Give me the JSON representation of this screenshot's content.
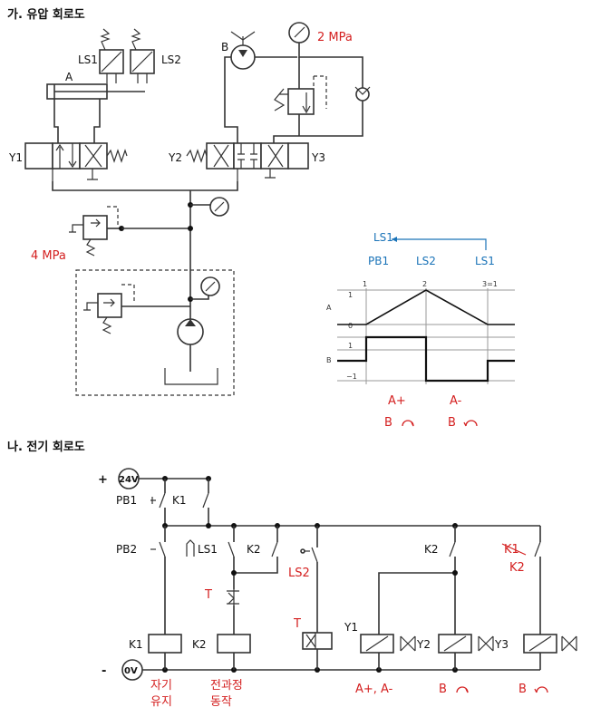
{
  "headings": {
    "hydraulic": "가. 유압 회로도",
    "electric": "나. 전기 회로도"
  },
  "hydraulic": {
    "cylinder": "A",
    "motor": "B",
    "ls1": "LS1",
    "ls2": "LS2",
    "y1": "Y1",
    "y2": "Y2",
    "y3": "Y3",
    "pressure_top": "2 MPa",
    "pressure_relief": "4 MPa"
  },
  "sequence": {
    "top_left": "LS1",
    "labels": [
      "PB1",
      "LS2",
      "LS1"
    ],
    "step_labels": [
      "1",
      "2",
      "3=1"
    ],
    "axis_a": "A",
    "axis_b": "B",
    "a_ticks": [
      "1",
      "0"
    ],
    "b_ticks": [
      "1",
      "−1"
    ],
    "note_a_plus": "A+",
    "note_a_minus": "A-",
    "note_b1": "B",
    "note_b2": "B"
  },
  "electric": {
    "supply_plus": "+",
    "supply_voltage": "24V",
    "supply_minus": "-",
    "supply_zero": "0V",
    "pb1": "PB1",
    "pb2": "PB2",
    "k1_contact": "K1",
    "ls1": "LS1",
    "k2_contact_a": "K2",
    "ls2": "LS2",
    "k2_contact_b": "K2",
    "k1_struck": "K1",
    "k2_sub": "K2",
    "timer_contact": "T",
    "timer_coil": "T",
    "k1_coil": "K1",
    "k2_coil": "K2",
    "y1": "Y1",
    "y2": "Y2",
    "y3": "Y3",
    "label_k1_l1": "자기",
    "label_k1_l2": "유지",
    "label_k2_l1": "전과정",
    "label_k2_l2": "동작",
    "label_y1": "A+, A-",
    "label_y2": "B",
    "label_y3": "B"
  }
}
